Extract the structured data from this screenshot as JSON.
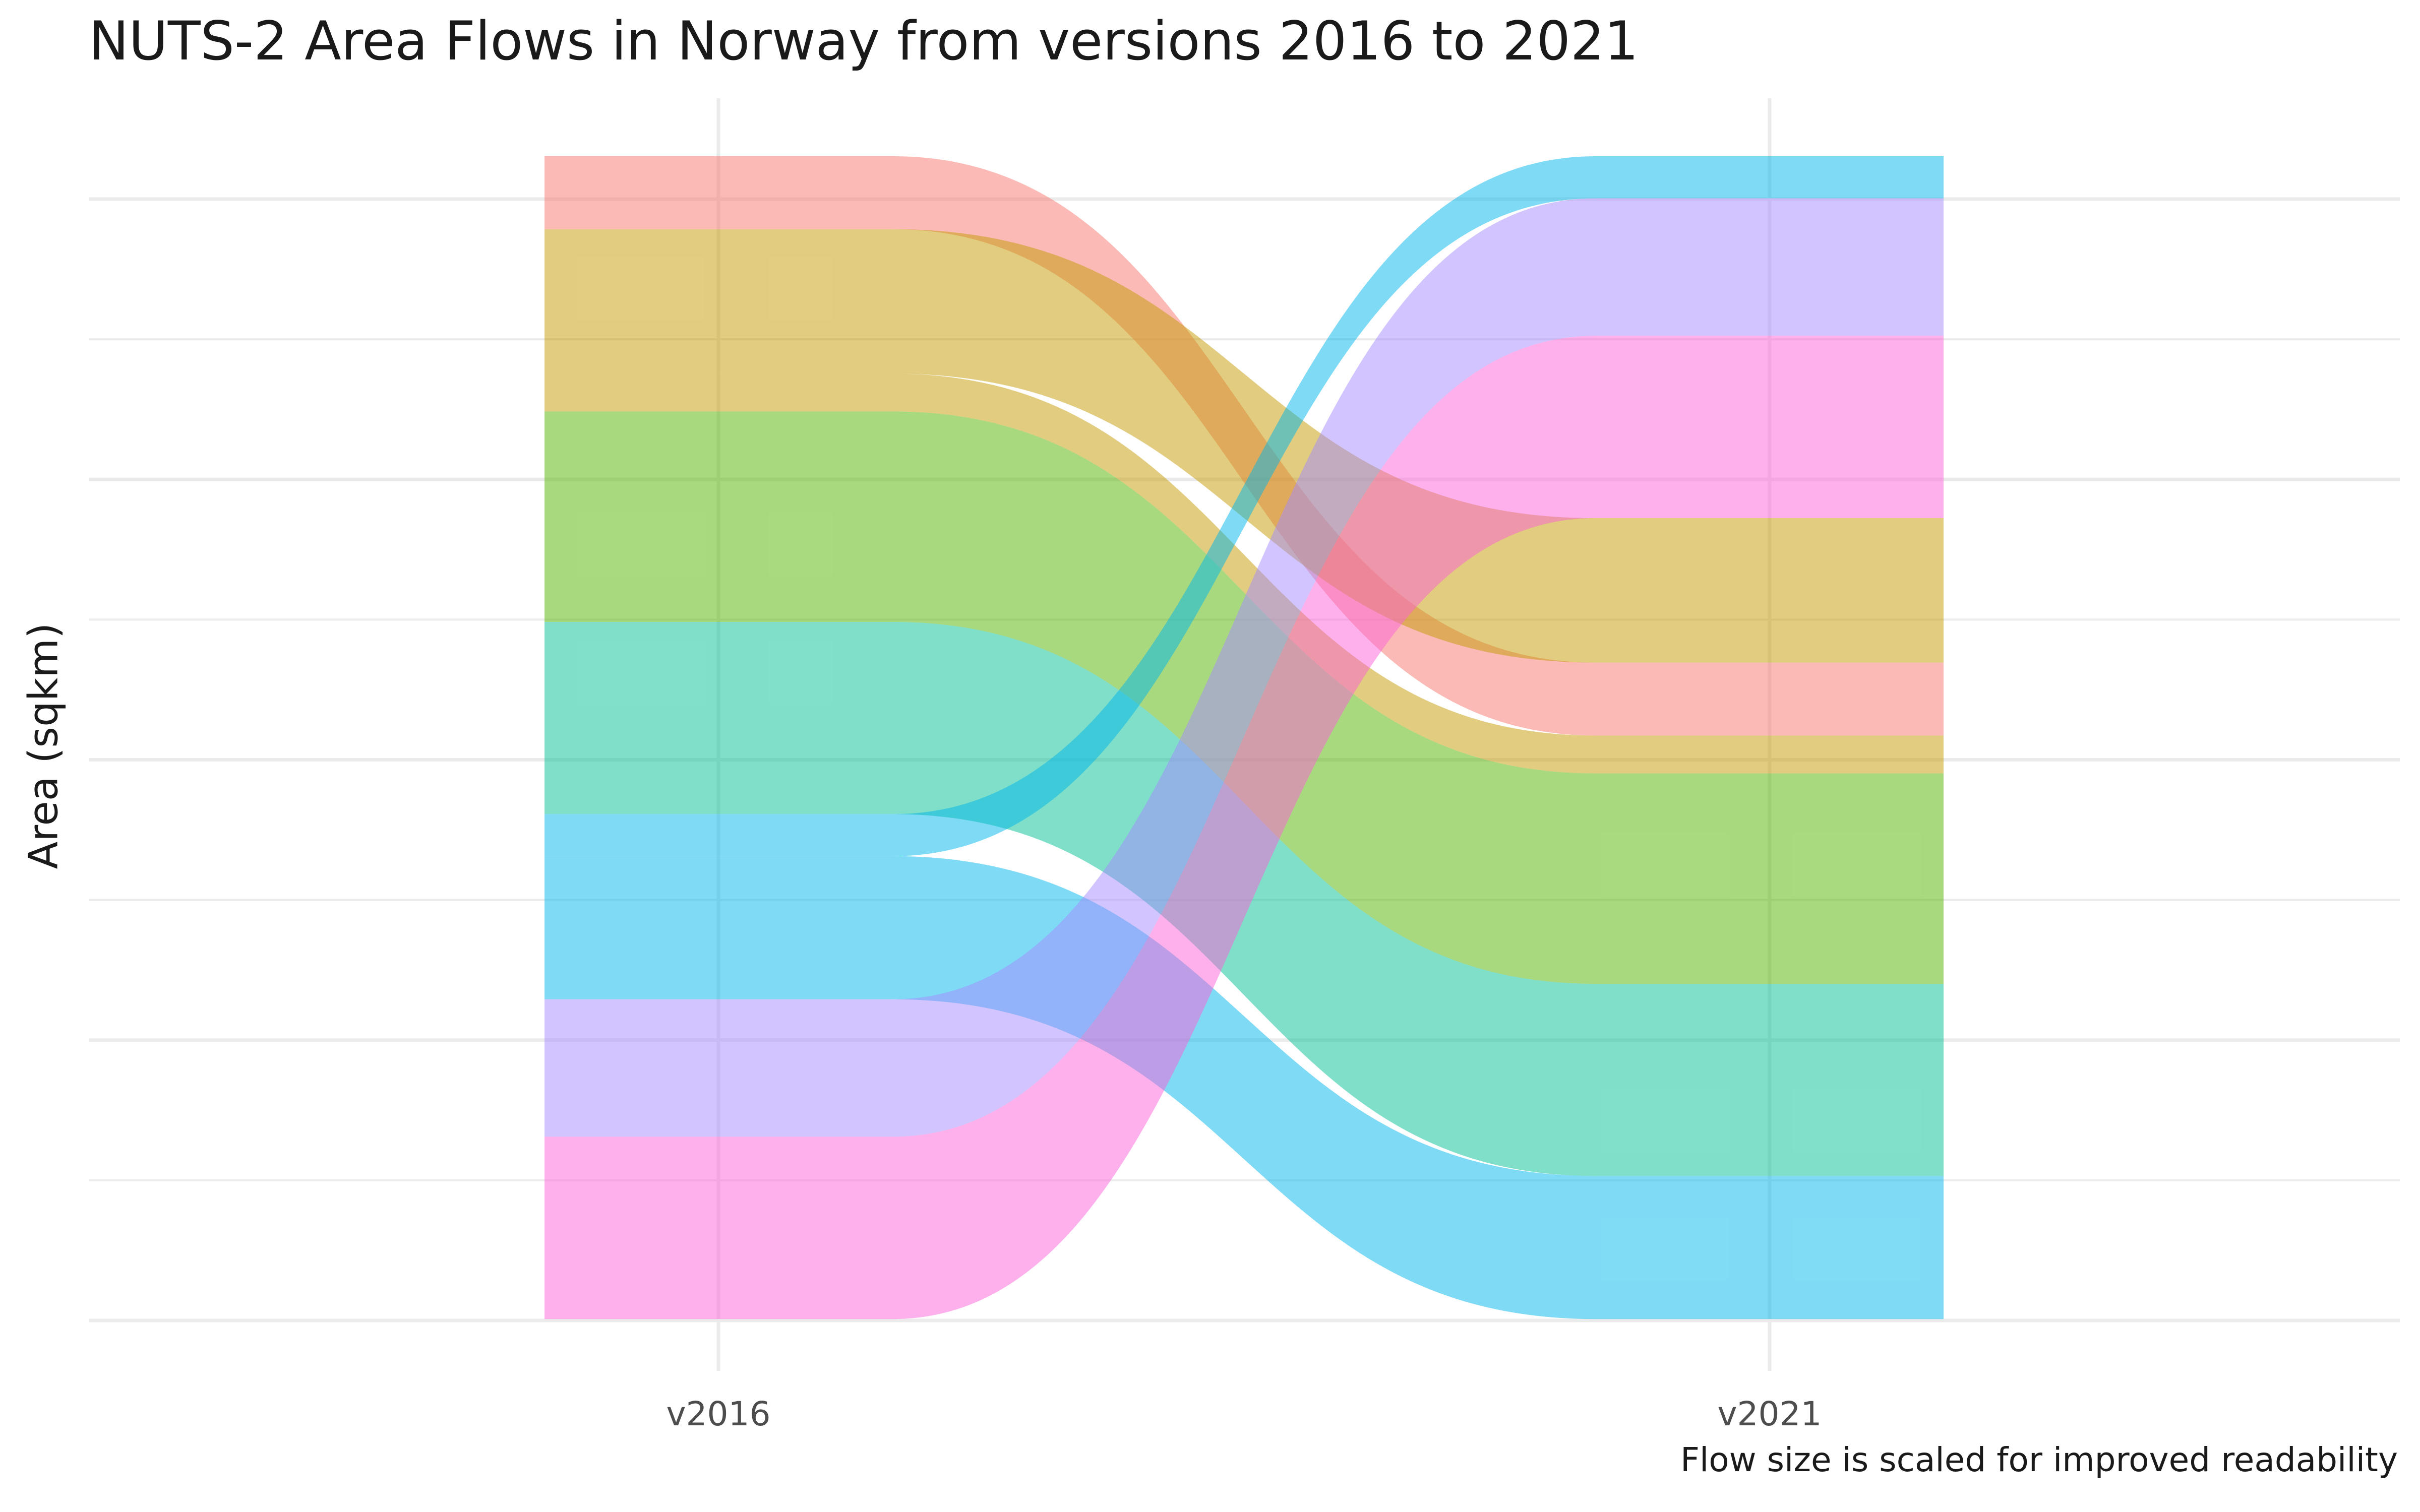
{
  "chart_data": {
    "type": "alluvial",
    "title": "NUTS-2 Area Flows in Norway from versions 2016 to 2021",
    "ylabel": "Area (sqkm)",
    "xlabel": "",
    "caption": "Flow size is scaled for improved readability",
    "categories": [
      "v2016",
      "v2021"
    ],
    "y_tick_labels": "none",
    "grid": true,
    "legend": "none",
    "total_scaled": 8.3,
    "colors": {
      "salmon": "#f8766d",
      "olive": "#c49a00",
      "green": "#53b400",
      "teal": "#00c094",
      "cyan": "#00b6eb",
      "purple": "#a58aff",
      "pink": "#fb61d7"
    },
    "stratum_order_v2016": [
      "salmon",
      "olive",
      "green",
      "teal",
      "cyan",
      "purple",
      "pink"
    ],
    "stratum_order_v2021": [
      "cyan",
      "purple",
      "pink",
      "olive",
      "salmon",
      "olive",
      "green",
      "teal",
      "cyan"
    ],
    "flows": [
      {
        "color": "salmon",
        "value": 0.52,
        "from_slot": 0,
        "to_slot": 4
      },
      {
        "color": "olive",
        "value": 1.03,
        "from_slot": 1,
        "to_slot": 3
      },
      {
        "color": "olive",
        "value": 0.27,
        "from_slot": 2,
        "to_slot": 5
      },
      {
        "color": "green",
        "value": 1.5,
        "from_slot": 3,
        "to_slot": 6
      },
      {
        "color": "teal",
        "value": 1.37,
        "from_slot": 4,
        "to_slot": 7
      },
      {
        "color": "cyan",
        "value": 0.3,
        "from_slot": 5,
        "to_slot": 0
      },
      {
        "color": "cyan",
        "value": 1.02,
        "from_slot": 6,
        "to_slot": 8
      },
      {
        "color": "purple",
        "value": 0.98,
        "from_slot": 7,
        "to_slot": 1
      },
      {
        "color": "pink",
        "value": 1.3,
        "from_slot": 8,
        "to_slot": 2
      }
    ]
  }
}
